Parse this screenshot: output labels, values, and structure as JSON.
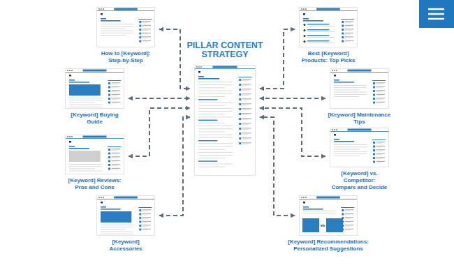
{
  "diagram": {
    "nodes": [
      {
        "text": [
          "PILLAR CONTENT STRATEGY"
        ]
      },
      {
        "text": [
          "How to [Keyword]: Step-by-Step"
        ]
      },
      {
        "text": [
          "[Keyword] Buying Guide"
        ]
      },
      {
        "text": [
          "[Keyword] Reviews: Pros and Cons"
        ]
      },
      {
        "text": [
          "[Keyword] Accessories"
        ]
      },
      {
        "text": [
          "Best [Keyword] Products: Top Picks"
        ]
      },
      {
        "text": [
          "[Keyword] Maintenance Tips"
        ]
      },
      {
        "text": [
          "[Keyword] vs. Competitor: Compare and Decide"
        ]
      },
      {
        "text": [
          "[Keyword] Recommendations: Personalized Suggestions"
        ]
      }
    ],
    "edges": [
      {
        "from": 1,
        "to": 0,
        "arrow": "both"
      },
      {
        "from": 2,
        "to": 0,
        "arrow": "both"
      },
      {
        "from": 3,
        "to": 0,
        "arrow": "both"
      },
      {
        "from": 4,
        "to": 0,
        "arrow": "both"
      },
      {
        "from": 5,
        "to": 0,
        "arrow": "both"
      },
      {
        "from": 6,
        "to": 0,
        "arrow": "both"
      },
      {
        "from": 7,
        "to": 0,
        "arrow": "both"
      },
      {
        "from": 8,
        "to": 0,
        "arrow": "both"
      }
    ],
    "labels": [
      "vs"
    ]
  }
}
